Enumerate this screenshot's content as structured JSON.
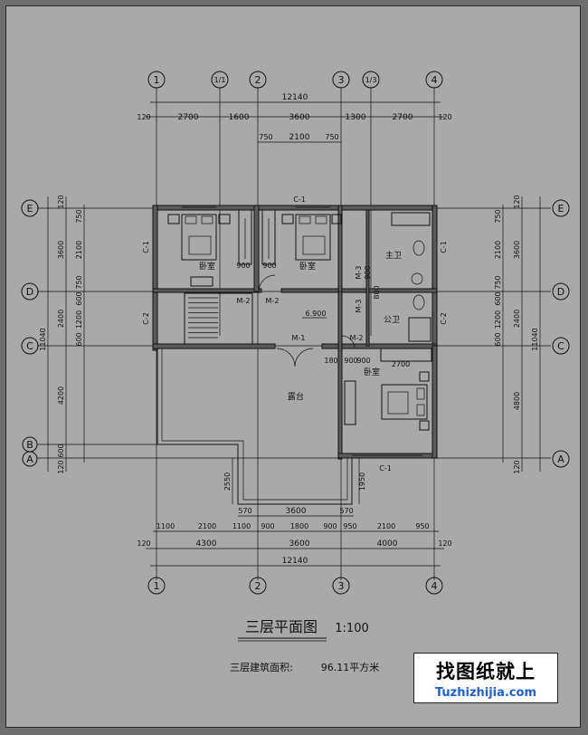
{
  "drawing": {
    "title": "三层平面图",
    "scale": "1:100",
    "area_label": "三层建筑面积:",
    "area_value": "96.11平方米"
  },
  "watermark": {
    "cn": "找图纸就上",
    "en": "Tuzhizhijia.com"
  },
  "axes": {
    "columns": [
      "1",
      "1/1",
      "2",
      "3",
      "1/3",
      "4"
    ],
    "rows_left": [
      "E",
      "D",
      "C",
      "B",
      "A"
    ],
    "rows_right": [
      "E",
      "D",
      "C",
      "A"
    ]
  },
  "dims_top": {
    "total": "12140",
    "row1": [
      "120",
      "2700",
      "1600",
      "3600",
      "1300",
      "2700",
      "120"
    ],
    "row2": [
      "750",
      "2100",
      "750"
    ]
  },
  "dims_bottom": {
    "balcony": [
      "570",
      "3600",
      "570"
    ],
    "row1": [
      "1100",
      "2100",
      "1100",
      "900",
      "1800",
      "900",
      "950",
      "2100",
      "950"
    ],
    "row2": [
      "120",
      "4300",
      "3600",
      "4000",
      "120"
    ],
    "total": "12140"
  },
  "dims_left": {
    "outer": [
      "120",
      "3600",
      "2400",
      "4200",
      "600",
      "120"
    ],
    "inner": [
      "750",
      "2100",
      "750",
      "600",
      "1200",
      "600"
    ],
    "total": "11040"
  },
  "dims_right": {
    "outer": [
      "120",
      "3600",
      "2400",
      "4800",
      "120"
    ],
    "inner": [
      "750",
      "2100",
      "750",
      "600",
      "1200",
      "600"
    ],
    "total": "11040"
  },
  "rooms": {
    "bedroom1": "卧室",
    "bedroom2": "卧室",
    "bedroom3": "卧室",
    "master_bath": "主卫",
    "public_bath": "公卫",
    "terrace": "露台"
  },
  "tags": {
    "c1_top": "C-1",
    "c1_left": "C-1",
    "c1_right": "C-1",
    "c2_left": "C-2",
    "c2_right": "C-2",
    "c1_bottom": "C-1",
    "m2_a": "M-2",
    "m2_b": "M-2",
    "m2_c": "M-2",
    "m1": "M-1",
    "m3_a": "M-3",
    "m3_b": "M-3",
    "level": "6.900",
    "d_900a": "900",
    "d_900b": "900",
    "d_180": "180",
    "d_900c": "900",
    "d_2700": "2700",
    "d_800": "800",
    "d_2550": "2550",
    "d_1950": "1950",
    "d_900d": "900",
    "d_900e": "900"
  }
}
